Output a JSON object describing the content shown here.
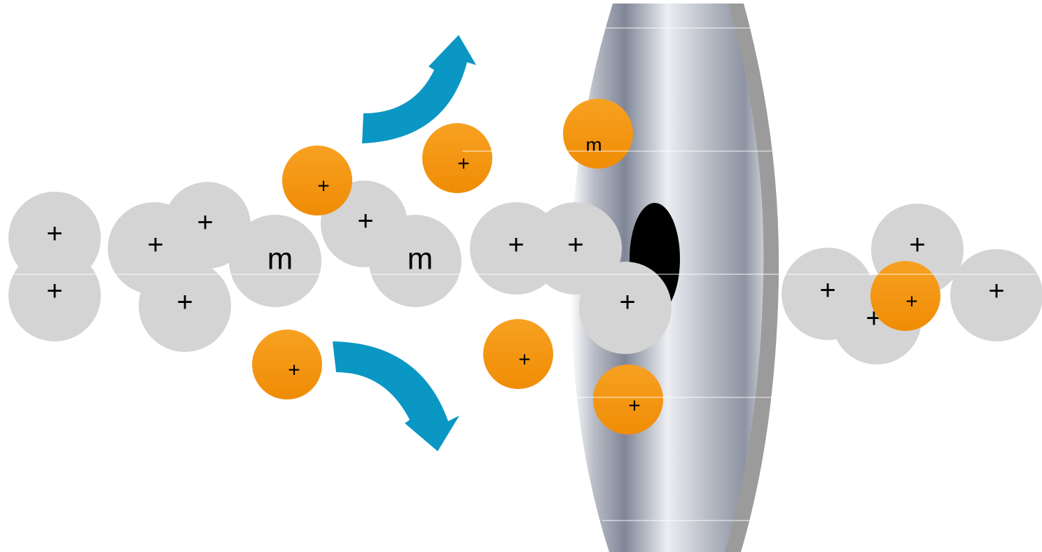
{
  "colors": {
    "neutral_particle": "#d4d4d4",
    "ion_particle": "#f5960f",
    "deflection_arrow": "#0a97c4",
    "cone_dark": "#7e8596",
    "cone_light": "#e8eaee",
    "cone_edge": "#9a9a9a",
    "orifice": "#000000"
  },
  "beam_particles": [
    {
      "id": "n1",
      "label": "+"
    },
    {
      "id": "n2",
      "label": "+"
    },
    {
      "id": "n3",
      "label": "+"
    },
    {
      "id": "n4",
      "label": "+"
    },
    {
      "id": "n5",
      "label": "+"
    },
    {
      "id": "n6",
      "label": "m"
    },
    {
      "id": "n7",
      "label": "+"
    },
    {
      "id": "n8",
      "label": "m"
    },
    {
      "id": "n9",
      "label": "+"
    },
    {
      "id": "n10",
      "label": "+"
    },
    {
      "id": "n11",
      "label": "+"
    }
  ],
  "passed_particles": [
    {
      "id": "p1",
      "label": "+"
    },
    {
      "id": "p2",
      "label": "+"
    },
    {
      "id": "p3",
      "label": "+"
    },
    {
      "id": "p4",
      "label": "+"
    }
  ],
  "deflected_ions": [
    {
      "id": "i1",
      "label": "+"
    },
    {
      "id": "i2",
      "label": "+"
    },
    {
      "id": "i3",
      "label": "m"
    },
    {
      "id": "i4",
      "label": "+"
    },
    {
      "id": "i5",
      "label": "+"
    },
    {
      "id": "i6",
      "label": "+"
    }
  ],
  "passed_ion": {
    "id": "i7",
    "label": "+"
  },
  "arrows": [
    {
      "id": "upper",
      "direction": "up-right"
    },
    {
      "id": "lower",
      "direction": "down-right"
    }
  ],
  "cone": {
    "name": "skimmer cone",
    "has_orifice": true
  }
}
